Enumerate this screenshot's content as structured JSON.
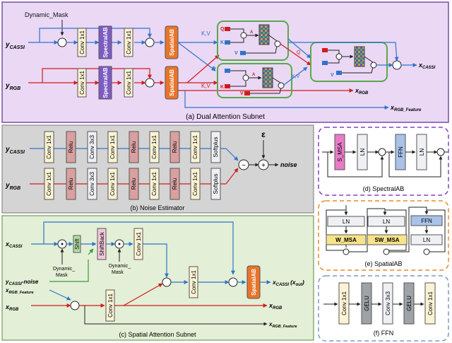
{
  "panels": {
    "a": {
      "caption": "(a) Dual Attention Subnet",
      "bg": "#ead8f5",
      "border": "#7a4fa6"
    },
    "b": {
      "caption": "(b) Noise Estimator",
      "bg": "#d4d4d4",
      "border": "#777777"
    },
    "c": {
      "caption": "(c) Spatial Attention Subnet",
      "bg": "#e3efd6",
      "border": "#5a8a3c"
    },
    "d": {
      "caption": "(d) SpectralAB",
      "border": "#8a3fc7"
    },
    "e": {
      "caption": "(e) SpatialAB",
      "border": "#e8892b"
    },
    "f": {
      "caption": "(f) FFN",
      "border": "#7d98c7"
    }
  },
  "a": {
    "dynamic_mask": "Dynamic_Mask",
    "in_cassi_main": "y",
    "in_cassi_sub": "CASSI",
    "in_rgb_main": "y",
    "in_rgb_sub": "RGB",
    "conv": "Conv 1x1",
    "spectral": "SpectralAB",
    "spatial": "SpatialAB",
    "kv": "K,V",
    "q": "Q",
    "k": "K",
    "v": "V",
    "a": "A",
    "out_cassi_main": "x",
    "out_cassi_sub": "CASSI",
    "out_rgb_main": "x",
    "out_rgb_sub": "RGB",
    "out_feat_main": "x",
    "out_feat_sub": "RGB_Feature"
  },
  "b": {
    "in_cassi_main": "y",
    "in_cassi_sub": "CASSI",
    "in_rgb_main": "y",
    "in_rgb_sub": "RGB",
    "conv1": "Conv 1x1",
    "conv3": "Conv 3x3",
    "relu": "Relu",
    "softplus": "Softplus",
    "epsilon": "ε",
    "noise": "noise",
    "minus": "−",
    "plus": "+"
  },
  "c": {
    "in_cassi_main": "x",
    "in_cassi_sub": "CASSI",
    "shift": "Shift",
    "shiftback": "ShiftBack",
    "dyn_mask_1": "Dynamic_",
    "dyn_mask_2": "Mask",
    "noise_main": "y",
    "noise_sub": "CASSI",
    "noise_suffix": "-noise",
    "feat_main": "x",
    "feat_sub": "RGB_Feature",
    "rgb_main": "x",
    "rgb_sub": "RGB",
    "conv": "Conv 1x1",
    "spatial": "SpatialAB",
    "out_cassi_main": "x",
    "out_cassi_sub": "CASSI",
    "out_cassi_extra": "(x",
    "out_cassi_extra_sub": "out",
    "out_cassi_close": ")",
    "out_rgb_main": "x",
    "out_rgb_sub": "RGB",
    "out_feat_main": "x",
    "out_feat_sub": "RGB_Feature"
  },
  "d": {
    "smsa": "S_MSA",
    "ln": "LN",
    "ffn": "FFN"
  },
  "e": {
    "ln": "LN",
    "wmsa": "W_MSA",
    "swmsa": "SW_MSA",
    "ffn": "FFN"
  },
  "f": {
    "conv1": "Conv 1x1",
    "gelu": "GELU",
    "conv3": "Conv 3x3"
  },
  "colors": {
    "cassi_line": "#2e75c9",
    "rgb_line": "#d01c1c",
    "green_line": "#3d9b3d",
    "conv_fill": "#fbf3d4",
    "spectral_fill": "#7d5bc4",
    "spatial_fill": "#e8752a",
    "relu_fill": "#d9a0a0",
    "ln_fill": "#eef0f3",
    "smsa_fill": "#e77cc7",
    "ffn_fill": "#a9c2e8",
    "msa_fill": "#f7e38a",
    "gelu_fill": "#9ea3a8",
    "shift_fill": "#b6dda8",
    "shiftback_fill": "#f3c8dc",
    "att_box": "#5aa84a"
  }
}
